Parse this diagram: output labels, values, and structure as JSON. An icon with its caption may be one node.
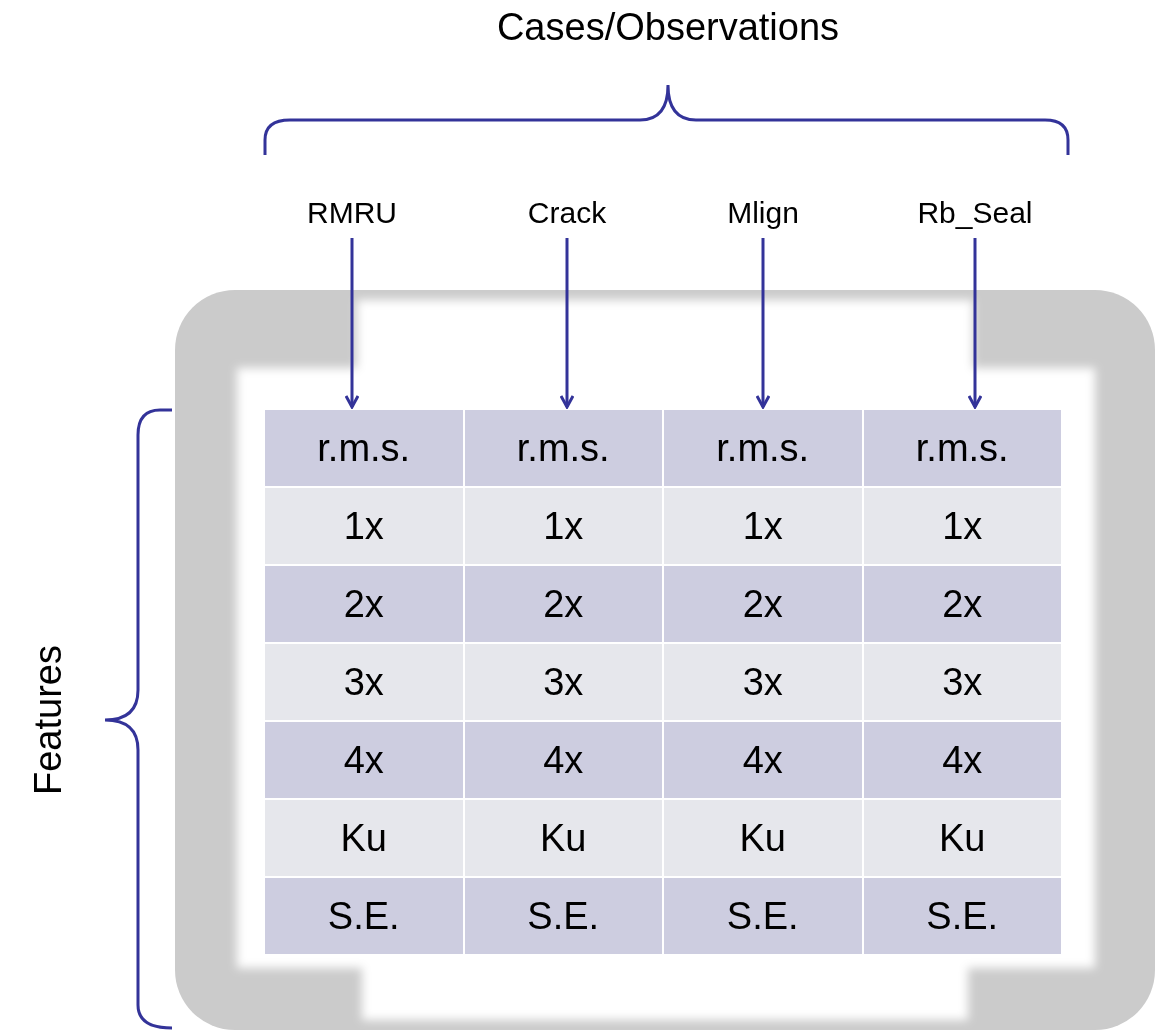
{
  "diagram": {
    "nodes": [
      {
        "text": [
          "RMRU"
        ]
      },
      {
        "text": [
          "Crack"
        ]
      },
      {
        "text": [
          "Mlign"
        ]
      },
      {
        "text": [
          "Rb_Seal"
        ]
      },
      {
        "text": [
          "r.m.s."
        ]
      },
      {
        "text": [
          "r.m.s."
        ]
      },
      {
        "text": [
          "r.m.s."
        ]
      },
      {
        "text": [
          "r.m.s."
        ]
      }
    ],
    "edges": [
      {
        "from": 0,
        "to": 4,
        "arrow": "to"
      },
      {
        "from": 1,
        "to": 5,
        "arrow": "to"
      },
      {
        "from": 2,
        "to": 6,
        "arrow": "to"
      },
      {
        "from": 3,
        "to": 7,
        "arrow": "to"
      }
    ],
    "labels": [
      "Cases/Observations",
      "Features",
      "1x",
      "1x",
      "1x",
      "1x",
      "2x",
      "2x",
      "2x",
      "2x",
      "3x",
      "3x",
      "3x",
      "3x",
      "4x",
      "4x",
      "4x",
      "4x",
      "Ku",
      "Ku",
      "Ku",
      "Ku",
      "S.E.",
      "S.E.",
      "S.E.",
      "S.E."
    ]
  }
}
